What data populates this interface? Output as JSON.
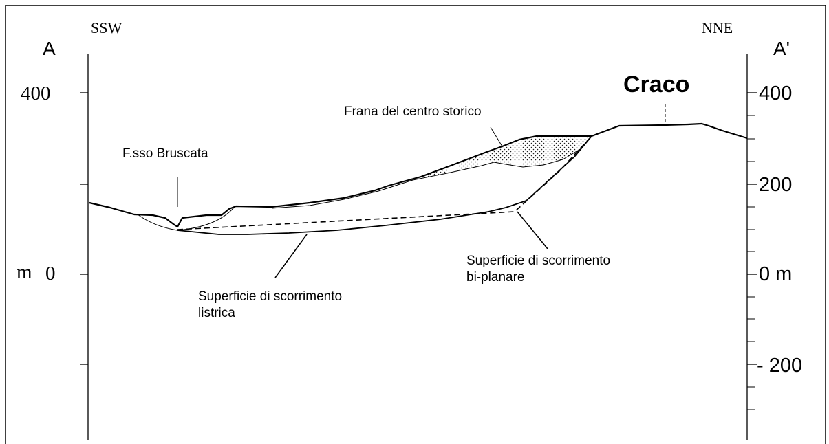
{
  "section": {
    "left_end": "A",
    "right_end": "A'",
    "left_direction": "SSW",
    "right_direction": "NNE"
  },
  "left_axis": {
    "unit": "m",
    "labels": {
      "top": "400",
      "zero": "0"
    }
  },
  "right_axis": {
    "labels": {
      "top": "400",
      "mid": "200",
      "zero": "0 m",
      "bottom": "- 200"
    }
  },
  "places": {
    "town": "Craco",
    "stream": "F.sso Bruscata"
  },
  "annotations": {
    "landslide": "Frana del centro storico",
    "listric_line1": "Superficie di scorrimento",
    "listric_line2": "listrica",
    "biplanar_line1": "Superficie di scorrimento",
    "biplanar_line2": "bi-planare"
  },
  "colors": {
    "ink": "#000000",
    "background": "#ffffff"
  }
}
